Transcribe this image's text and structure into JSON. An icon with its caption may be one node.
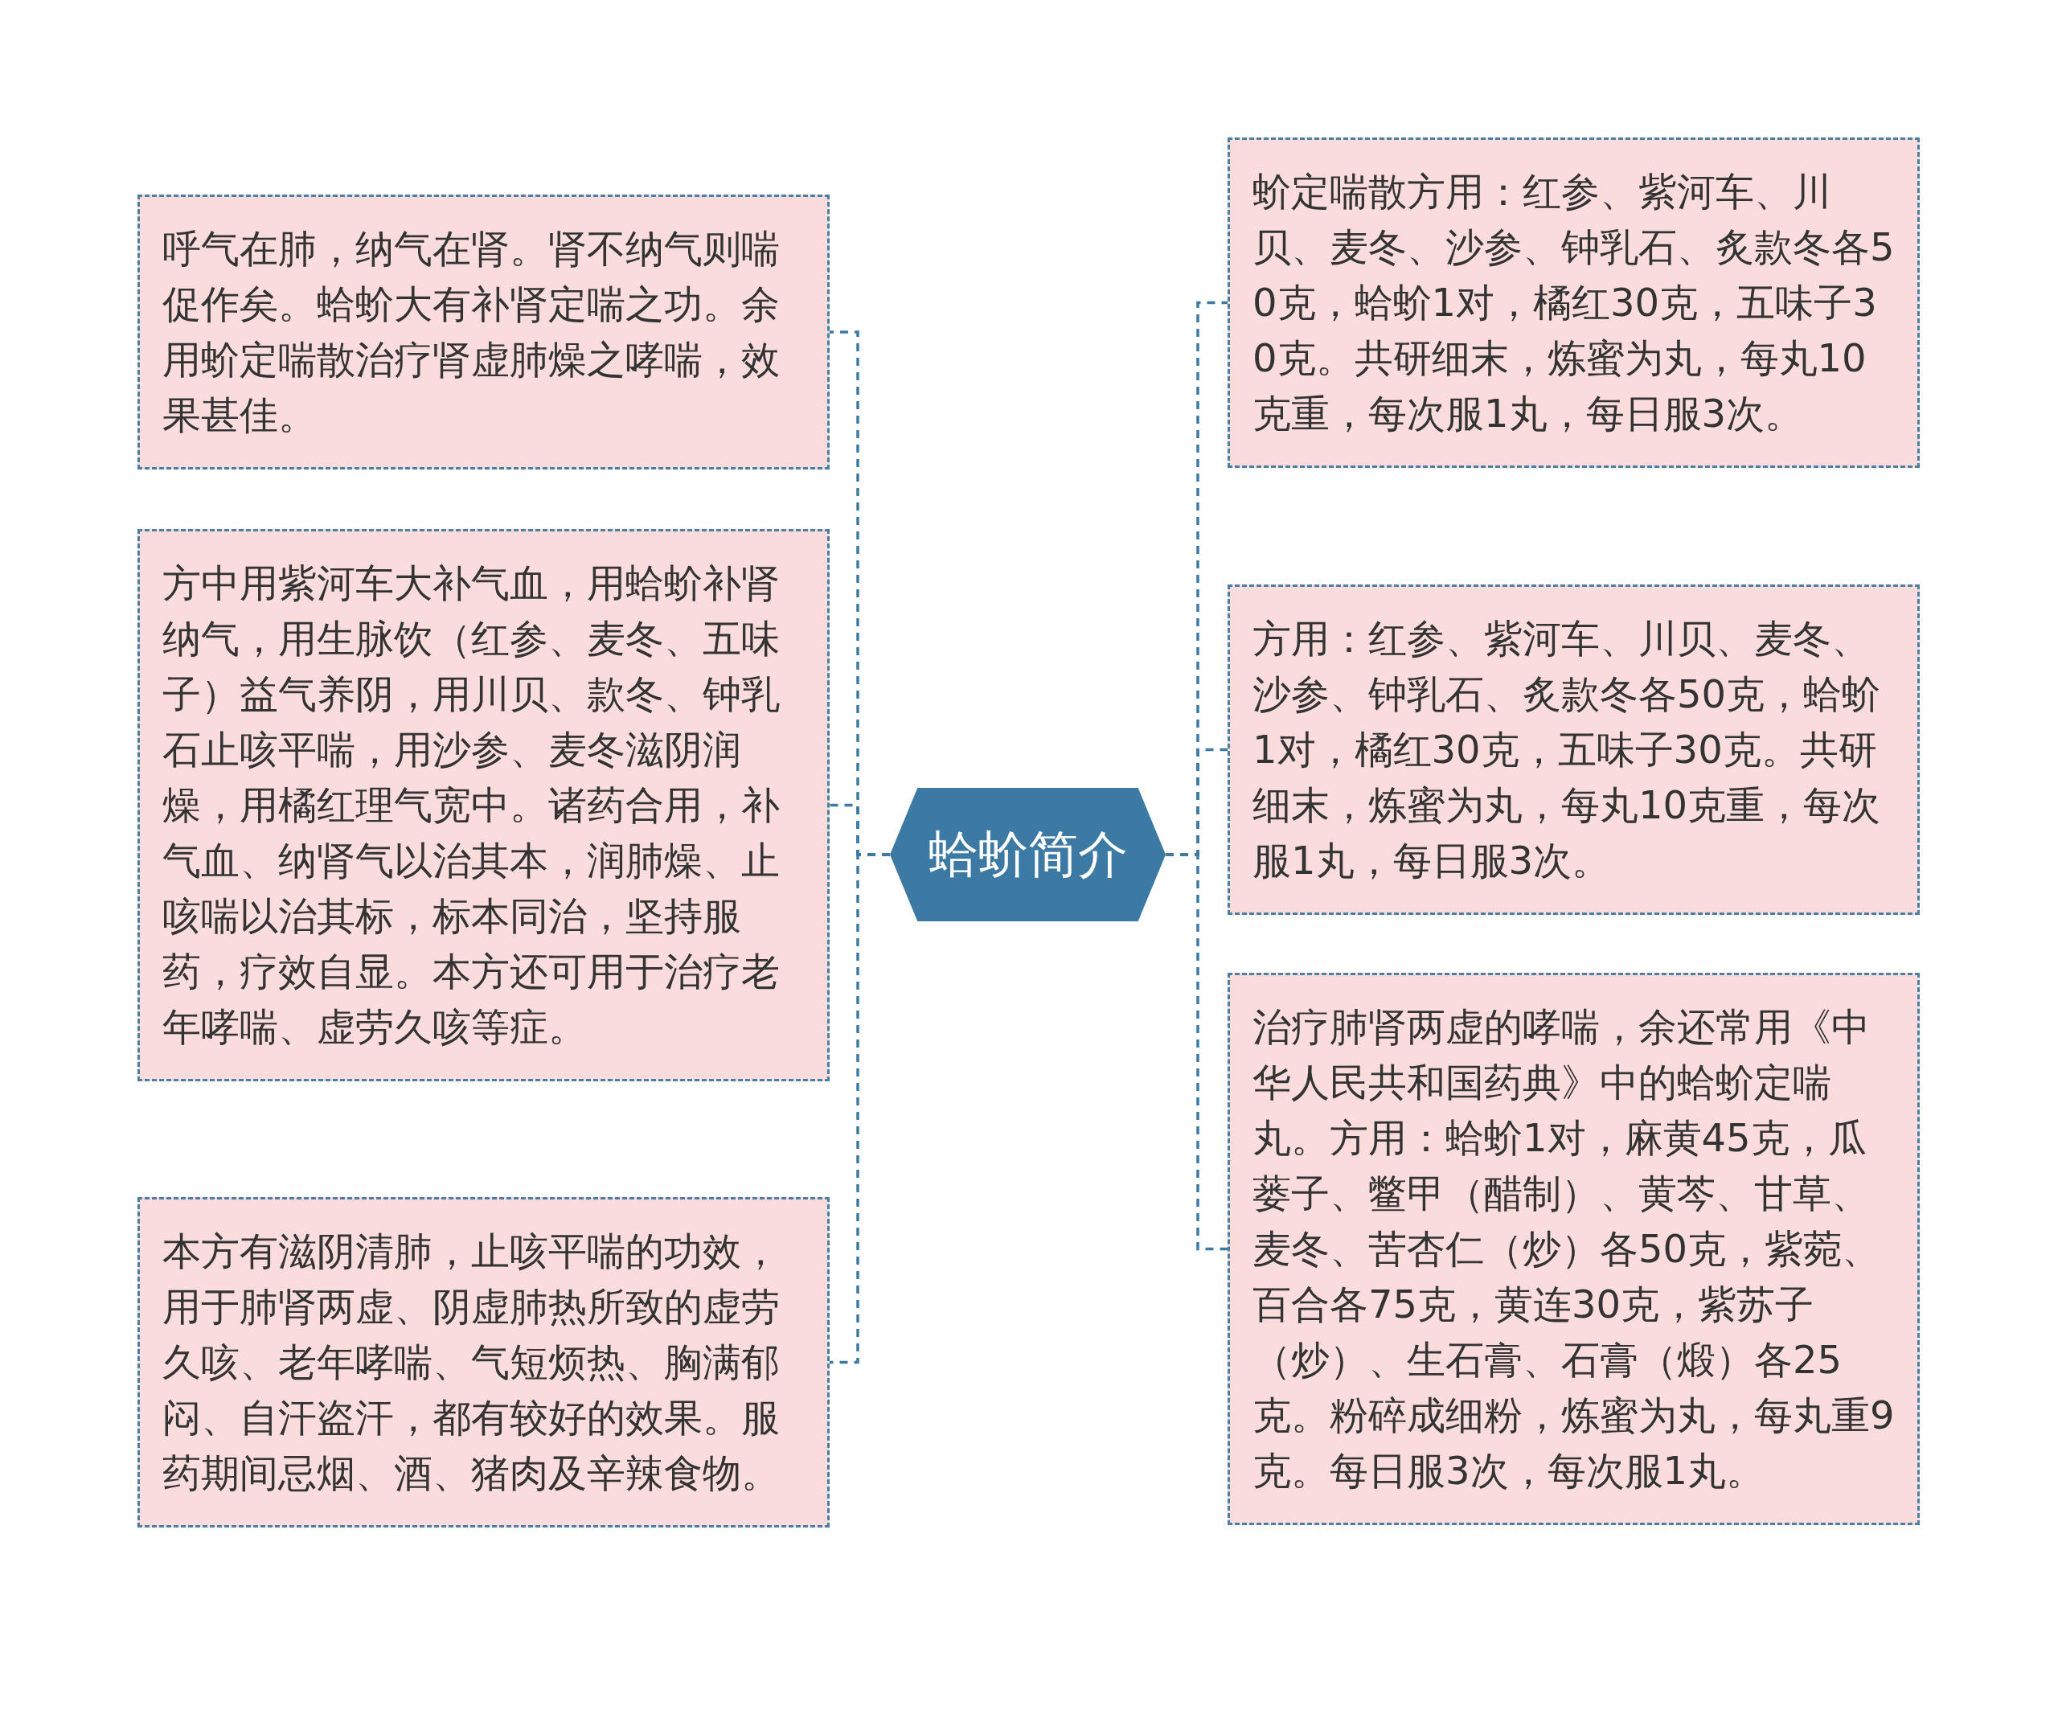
{
  "diagram": {
    "nodes": [
      {
        "text": [
          "蛤蚧简介"
        ]
      },
      {
        "text": [
          "呼气在肺，纳气在肾。肾不纳气则喘促作矣。蛤蚧大有补肾定喘之功。余用蚧定喘散治疗肾虚肺燥之哮喘，效果甚佳。"
        ]
      },
      {
        "text": [
          "方中用紫河车大补气血，用蛤蚧补肾纳气，用生脉饮（红参、麦冬、五味子）益气养阴，用川贝、款冬、钟乳石止咳平喘，用沙参、麦冬滋阴润燥，用橘红理气宽中。诸药合用，补气血、纳肾气以治其本，润肺燥、止咳喘以治其标，标本同治，坚持服药，疗效自显。本方还可用于治疗老年哮喘、虚劳久咳等症。"
        ]
      },
      {
        "text": [
          "本方有滋阴清肺，止咳平喘的功效，用于肺肾两虚、阴虚肺热所致的虚劳久咳、老年哮喘、气短烦热、胸满郁闷、自汗盗汗，都有较好的效果。服药期间忌烟、酒、猪肉及辛辣食物。"
        ]
      },
      {
        "text": [
          "蚧定喘散方用：红参、紫河车、川贝、麦冬、沙参、钟乳石、炙款冬各50克，蛤蚧1对，橘红30克，五味子30克。共研细末，炼蜜为丸，每丸10克重，每次服1丸，每日服3次。"
        ]
      },
      {
        "text": [
          "方用：红参、紫河车、川贝、麦冬、沙参、钟乳石、炙款冬各50克，蛤蚧1对，橘红30克，五味子30克。共研细末，炼蜜为丸，每丸10克重，每次服1丸，每日服3次。"
        ]
      },
      {
        "text": [
          "治疗肺肾两虚的哮喘，余还常用《中华人民共和国药典》中的蛤蚧定喘丸。方用：蛤蚧1对，麻黄45克，瓜蒌子、鳖甲（醋制）、黄芩、甘草、麦冬、苦杏仁（炒）各50克，紫菀、百合各75克，黄连30克，紫苏子（炒）、生石膏、石膏（煅）各25克。粉碎成细粉，炼蜜为丸，每丸重9克。每日服3次，每次服1丸。"
        ]
      }
    ],
    "edges": [
      {
        "from": 0,
        "to": 1,
        "arrow": "none"
      },
      {
        "from": 0,
        "to": 2,
        "arrow": "none"
      },
      {
        "from": 0,
        "to": 3,
        "arrow": "none"
      },
      {
        "from": 0,
        "to": 4,
        "arrow": "none"
      },
      {
        "from": 0,
        "to": 5,
        "arrow": "none"
      },
      {
        "from": 0,
        "to": 6,
        "arrow": "none"
      }
    ]
  }
}
